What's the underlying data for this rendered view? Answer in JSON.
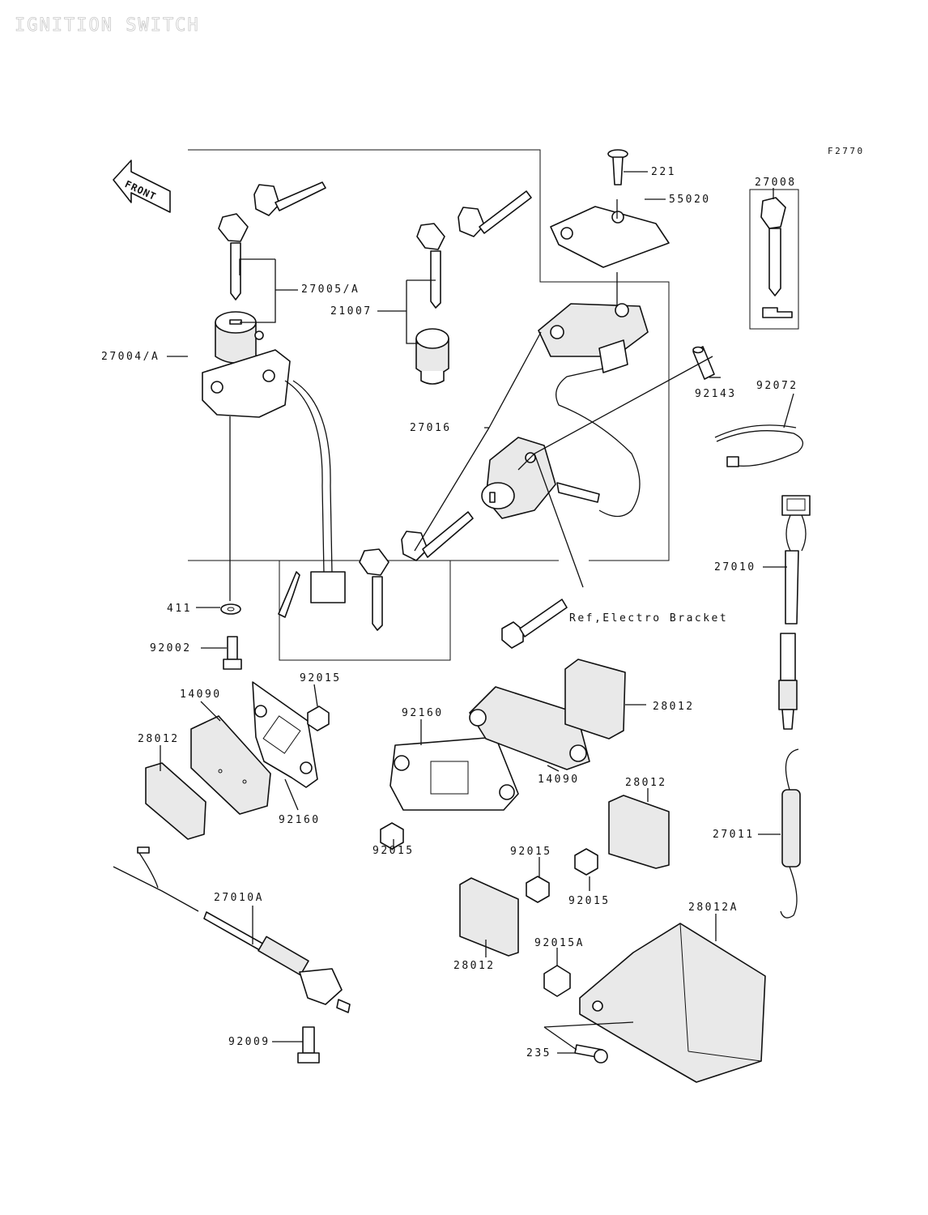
{
  "title": "IGNITION SWITCH",
  "figure_code": "F2770",
  "front_label": "FRONT",
  "parts": {
    "p27004A": "27004/A",
    "p27005A": "27005/A",
    "p21007": "21007",
    "p27016": "27016",
    "p221": "221",
    "p55020": "55020",
    "p27008": "27008",
    "p92143": "92143",
    "p92072": "92072",
    "p27010": "27010",
    "p411": "411",
    "p92002": "92002",
    "ref_bracket": "Ref,Electro Bracket",
    "p92015_a": "92015",
    "p14090_a": "14090",
    "p28012_a": "28012",
    "p92160_a": "92160",
    "p92160_b": "92160",
    "p28012_b": "28012",
    "p92015_b": "92015",
    "p14090_b": "14090",
    "p28012_c": "28012",
    "p27011": "27011",
    "p92015_c": "92015",
    "p92015_d": "92015",
    "p27010A": "27010A",
    "p28012A": "28012A",
    "p28012_d": "28012",
    "p92015A": "92015A",
    "p92009": "92009",
    "p235": "235"
  }
}
